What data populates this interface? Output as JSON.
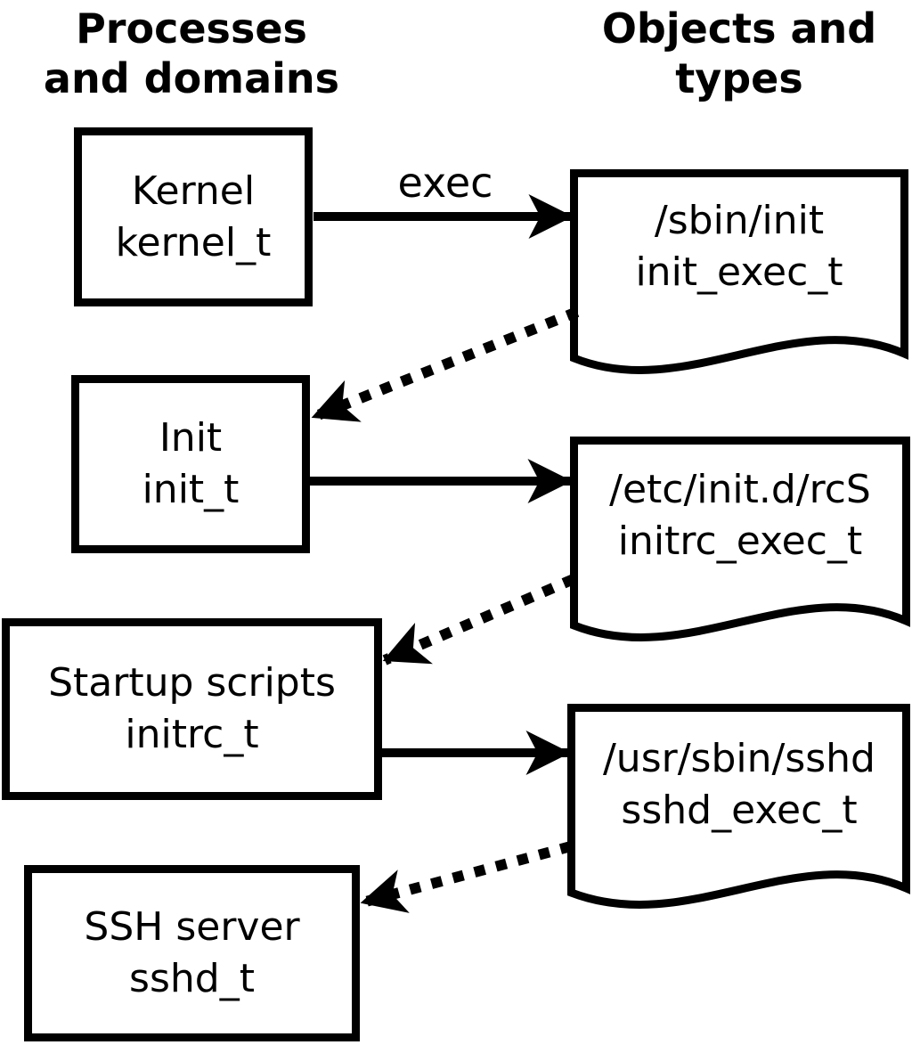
{
  "headers": {
    "left": {
      "line1": "Processes",
      "line2": "and domains"
    },
    "right": {
      "line1": "Objects and",
      "line2": "types"
    }
  },
  "processes": [
    {
      "name": "Kernel",
      "type": "kernel_t"
    },
    {
      "name": "Init",
      "type": "init_t"
    },
    {
      "name": "Startup scripts",
      "type": "initrc_t"
    },
    {
      "name": "SSH server",
      "type": "sshd_t"
    }
  ],
  "objects": [
    {
      "path": "/sbin/init",
      "type": "init_exec_t"
    },
    {
      "path": "/etc/init.d/rcS",
      "type": "initrc_exec_t"
    },
    {
      "path": "/usr/sbin/sshd",
      "type": "sshd_exec_t"
    }
  ],
  "labels": {
    "exec": "exec"
  },
  "colors": {
    "stroke": "#000000",
    "background": "#ffffff"
  }
}
